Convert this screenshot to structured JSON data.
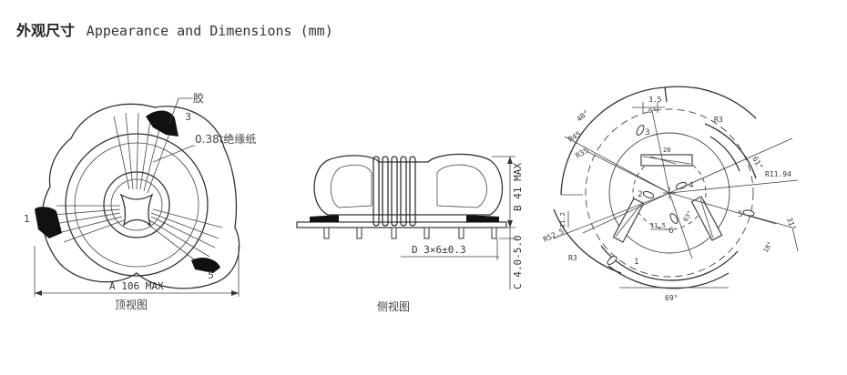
{
  "header": {
    "title_cn": "外观尺寸",
    "title_en": "Appearance and Dimensions (mm)"
  },
  "top_view": {
    "caption": "顶视图",
    "label_glue": "胶",
    "label_paper": "0.38t绝缘纸",
    "pin1": "1",
    "pin3": "3",
    "pin5": "5",
    "dim_a": "A 106 MAX"
  },
  "side_view": {
    "caption": "侧视图",
    "dim_b": "B 41 MAX",
    "dim_c": "C 4.0-5.0",
    "dim_d": "D 3×6±0.3"
  },
  "footprint": {
    "dims": {
      "d35": "3.5",
      "d9": "9°",
      "r3a": "R3",
      "d40": "40°",
      "d61": "61°",
      "r45": "R45",
      "r35": "R35",
      "r1194": "R11.94",
      "d20": "20",
      "d212": "21.2",
      "d31": "31°",
      "r525": "R52.5",
      "d115": "11.5",
      "d63": "63°",
      "r3b": "R3",
      "d69": "69°",
      "d18": "18°"
    },
    "pins": [
      "1",
      "2",
      "3",
      "4",
      "5",
      "6"
    ]
  }
}
